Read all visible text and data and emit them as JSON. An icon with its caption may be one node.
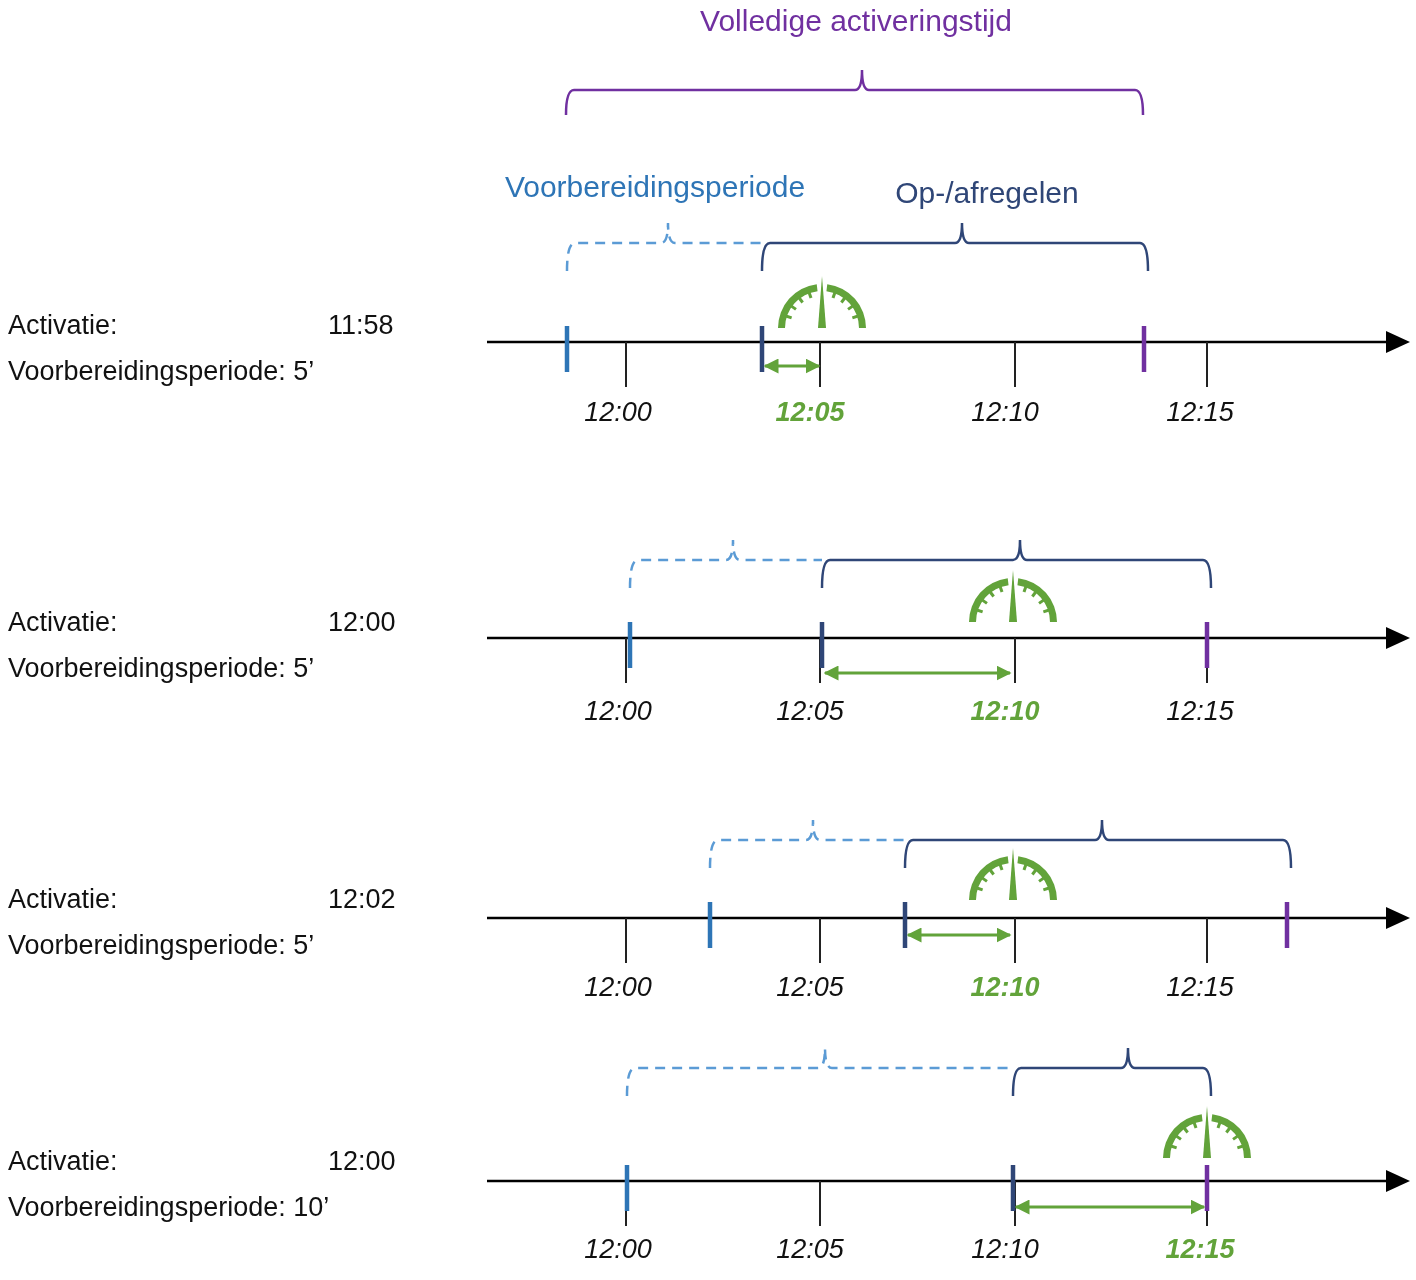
{
  "diagram": {
    "labels": [
      "Volledige activeringstijd",
      "Voorbereidingsperiode",
      "Op-/afregelen",
      "Activatie:",
      "11:58",
      "Voorbereidingsperiode: 5’",
      "12:00",
      "12:05",
      "12:10",
      "12:15",
      "Activatie:",
      "12:00",
      "Voorbereidingsperiode: 5’",
      "12:00",
      "12:05",
      "12:10",
      "12:15",
      "Activatie:",
      "12:02",
      "Voorbereidingsperiode: 5’",
      "12:00",
      "12:05",
      "12:10",
      "12:15",
      "Activatie:",
      "12:00",
      "Voorbereidingsperiode: 10’",
      "12:00",
      "12:05",
      "12:10",
      "12:15"
    ]
  }
}
